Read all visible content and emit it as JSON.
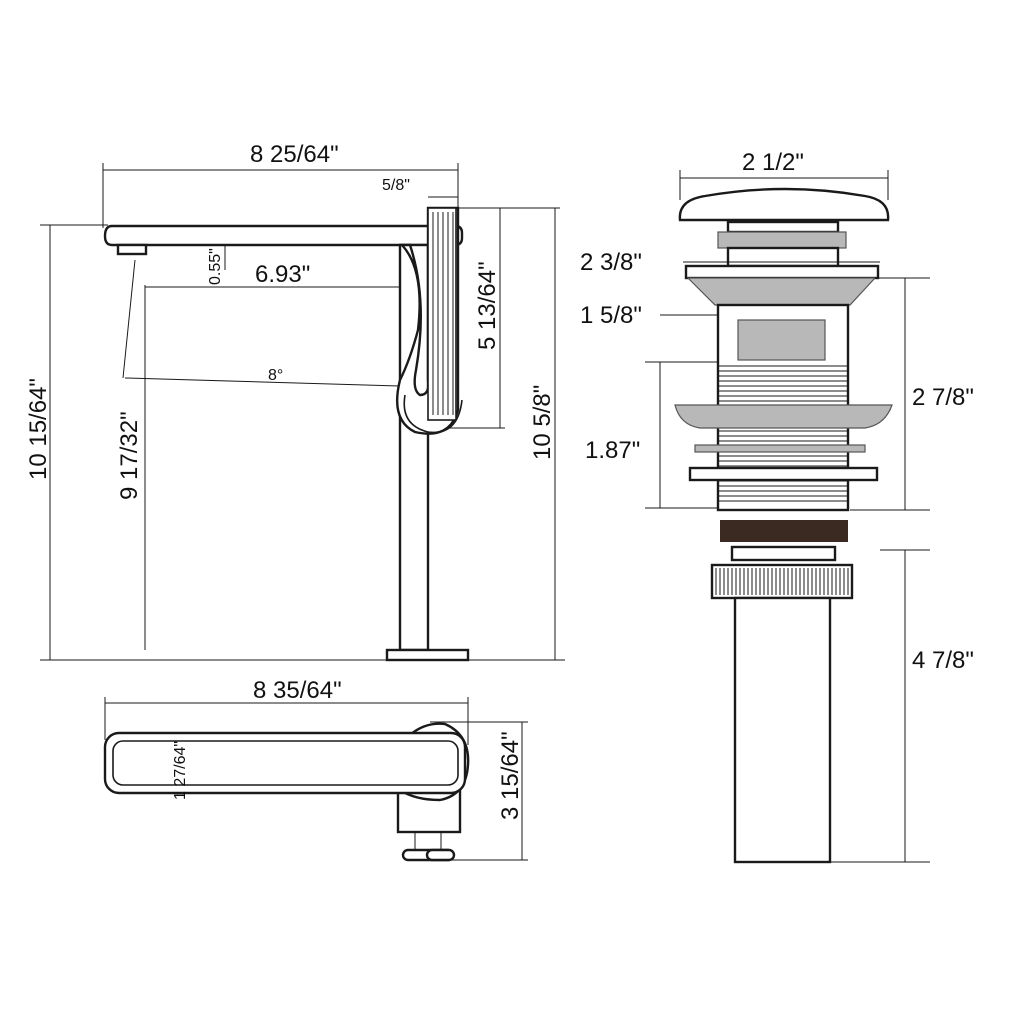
{
  "faucet_side": {
    "overall_length": "8 25/64\"",
    "handle_width": "5/8\"",
    "spout_thickness": "0.55\"",
    "spout_reach": "6.93\"",
    "angle": "8°",
    "handle_height": "5 13/64\"",
    "overall_height_left": "10 15/64\"",
    "spout_height": "9 17/32\"",
    "overall_height_right": "10 5/8\""
  },
  "faucet_top": {
    "overall_length": "8 35/64\"",
    "spout_width": "1 27/64\"",
    "depth": "3 15/64\""
  },
  "drain": {
    "cap_diameter": "2 1/2\"",
    "flange_diameter": "2 3/8\"",
    "body_diameter": "1 5/8\"",
    "flange_height": "2 7/8\"",
    "thread_length": "1.87\"",
    "tailpiece_length": "4 7/8\""
  },
  "colors": {
    "line": "#1a1a1a",
    "gray": "#b8b8b8",
    "washer": "#3b2a22"
  }
}
